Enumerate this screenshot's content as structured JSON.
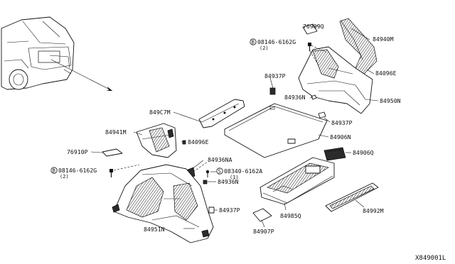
{
  "labels": {
    "p76909Q": "76909Q",
    "p84940M": "84940M",
    "bolt_top": "08146-6162G",
    "bolt_top_qty": "(2)",
    "p84096E_top": "84096E",
    "p84937P_top": "84937P",
    "p84936N_top": "84936N",
    "p84950N": "84950N",
    "p84937P_mid": "84937P",
    "p84907M": "849C7M",
    "p84906N": "84906N",
    "p84941M": "84941M",
    "p84096E_left": "84096E",
    "p76910P": "76910P",
    "p84936NA": "84936NA",
    "bolt_left": "08146-6162G",
    "bolt_left_qty": "(2)",
    "screw": "08340-6162A",
    "screw_qty": "(1)",
    "p84936N_bot": "84936N",
    "p84906Q": "84906Q",
    "p84985Q": "84985Q",
    "p84992M": "84992M",
    "p84937P_bot": "84937P",
    "p84951N": "84951N",
    "p84907P": "84907P",
    "bolt_symbol": "B",
    "screw_symbol": "S"
  },
  "reference_code": "X849001L"
}
